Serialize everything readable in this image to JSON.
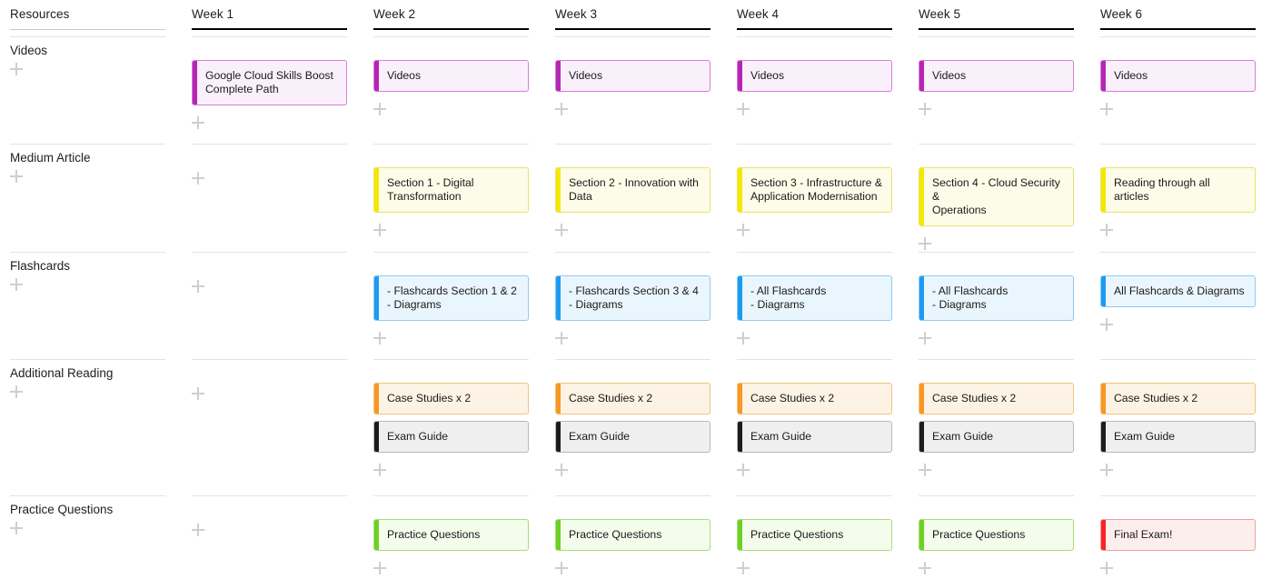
{
  "board": {
    "columns": [
      {
        "id": "resources",
        "label": "Resources",
        "type": "resources"
      },
      {
        "id": "week1",
        "label": "Week 1",
        "type": "week"
      },
      {
        "id": "week2",
        "label": "Week 2",
        "type": "week"
      },
      {
        "id": "week3",
        "label": "Week 3",
        "type": "week"
      },
      {
        "id": "week4",
        "label": "Week 4",
        "type": "week"
      },
      {
        "id": "week5",
        "label": "Week 5",
        "type": "week"
      },
      {
        "id": "week6",
        "label": "Week 6",
        "type": "week"
      }
    ],
    "rows": [
      {
        "id": "videos",
        "label": "Videos"
      },
      {
        "id": "medium",
        "label": "Medium Article"
      },
      {
        "id": "flashcards",
        "label": "Flashcards"
      },
      {
        "id": "additional",
        "label": "Additional Reading"
      },
      {
        "id": "practice",
        "label": "Practice Questions"
      }
    ],
    "add_icon": "plus-icon",
    "colors": {
      "purple_accent": "#b526b5",
      "purple_fill": "#faf0fb",
      "purple_border": "#d67fd6",
      "yellow_accent": "#f5e800",
      "yellow_fill": "#fdfce8",
      "yellow_border": "#e8e36a",
      "blue_accent": "#1d9bf0",
      "blue_fill": "#eaf6fe",
      "blue_border": "#8ecbf2",
      "orange_accent": "#f79824",
      "orange_fill": "#fdf3e4",
      "orange_border": "#f0c382",
      "black_accent": "#1c1c1c",
      "gray_fill": "#efefef",
      "gray_border": "#b9b9b9",
      "green_accent": "#6ed024",
      "green_fill": "#f4fcec",
      "green_border": "#a9dd7c",
      "red_accent": "#f72323",
      "red_fill": "#fdeeee",
      "red_border": "#f0a0a0",
      "header_rule_week": "#000000",
      "header_rule_resources": "#c9c9c9",
      "row_rule": "#e3e3e3",
      "plus": "#cfcfcf"
    }
  },
  "cards": {
    "videos": {
      "resources": [],
      "week1": [
        {
          "text": "Google Cloud Skills Boost\nComplete Path",
          "color": "purple",
          "lines": 2
        }
      ],
      "week2": [
        {
          "text": "Videos",
          "color": "purple",
          "lines": 1
        }
      ],
      "week3": [
        {
          "text": "Videos",
          "color": "purple",
          "lines": 1
        }
      ],
      "week4": [
        {
          "text": "Videos",
          "color": "purple",
          "lines": 1
        }
      ],
      "week5": [
        {
          "text": "Videos",
          "color": "purple",
          "lines": 1
        }
      ],
      "week6": [
        {
          "text": "Videos",
          "color": "purple",
          "lines": 1
        }
      ]
    },
    "medium": {
      "resources": [],
      "week1": [],
      "week2": [
        {
          "text": "Section 1 - Digital\nTransformation",
          "color": "yellow",
          "lines": 2
        }
      ],
      "week3": [
        {
          "text": "Section 2 - Innovation with\nData",
          "color": "yellow",
          "lines": 2
        }
      ],
      "week4": [
        {
          "text": "Section 3 - Infrastructure &\nApplication Modernisation",
          "color": "yellow",
          "lines": 2
        }
      ],
      "week5": [
        {
          "text": "Section 4 - Cloud Security &\nOperations",
          "color": "yellow",
          "lines": 2
        }
      ],
      "week6": [
        {
          "text": "Reading through all articles",
          "color": "yellow",
          "lines": 1
        }
      ]
    },
    "flashcards": {
      "resources": [],
      "week1": [],
      "week2": [
        {
          "text": "- Flashcards Section 1 & 2\n- Diagrams",
          "color": "blue",
          "lines": 2
        }
      ],
      "week3": [
        {
          "text": "- Flashcards Section 3 & 4\n- Diagrams",
          "color": "blue",
          "lines": 2
        }
      ],
      "week4": [
        {
          "text": "- All Flashcards\n- Diagrams",
          "color": "blue",
          "lines": 2
        }
      ],
      "week5": [
        {
          "text": "- All Flashcards\n- Diagrams",
          "color": "blue",
          "lines": 2
        }
      ],
      "week6": [
        {
          "text": "All Flashcards & Diagrams",
          "color": "blue",
          "lines": 1
        }
      ]
    },
    "additional": {
      "resources": [],
      "week1": [],
      "week2": [
        {
          "text": "Case Studies x 2",
          "color": "orange",
          "lines": 1
        },
        {
          "text": "Exam Guide",
          "color": "black",
          "lines": 1
        }
      ],
      "week3": [
        {
          "text": "Case Studies x 2",
          "color": "orange",
          "lines": 1
        },
        {
          "text": "Exam Guide",
          "color": "black",
          "lines": 1
        }
      ],
      "week4": [
        {
          "text": "Case Studies x 2",
          "color": "orange",
          "lines": 1
        },
        {
          "text": "Exam Guide",
          "color": "black",
          "lines": 1
        }
      ],
      "week5": [
        {
          "text": "Case Studies x 2",
          "color": "orange",
          "lines": 1
        },
        {
          "text": "Exam Guide",
          "color": "black",
          "lines": 1
        }
      ],
      "week6": [
        {
          "text": "Case Studies x 2",
          "color": "orange",
          "lines": 1
        },
        {
          "text": "Exam Guide",
          "color": "black",
          "lines": 1
        }
      ]
    },
    "practice": {
      "resources": [],
      "week1": [],
      "week2": [
        {
          "text": "Practice Questions",
          "color": "green",
          "lines": 1
        }
      ],
      "week3": [
        {
          "text": "Practice Questions",
          "color": "green",
          "lines": 1
        }
      ],
      "week4": [
        {
          "text": "Practice Questions",
          "color": "green",
          "lines": 1
        }
      ],
      "week5": [
        {
          "text": "Practice Questions",
          "color": "green",
          "lines": 1
        }
      ],
      "week6": [
        {
          "text": "Final Exam!",
          "color": "red",
          "lines": 1
        }
      ]
    }
  }
}
